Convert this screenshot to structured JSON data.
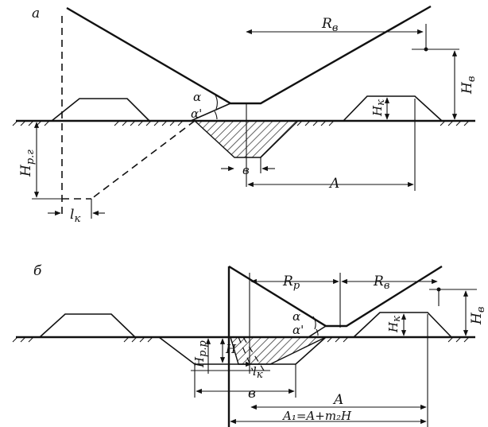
{
  "panels": {
    "a": {
      "letter": "а",
      "labels": {
        "rv": "R",
        "rv_sub": "в",
        "hv": "H",
        "hv_sub": "в",
        "hk": "H",
        "hk_sub": "к",
        "hpr": "H",
        "hpr_sub": "р.г",
        "alpha": "α",
        "alpha_prime": "α'",
        "b": "в",
        "a_dim": "A",
        "lk": "l",
        "lk_sub": "к"
      }
    },
    "b": {
      "letter": "б",
      "labels": {
        "rp": "R",
        "rp_sub": "р",
        "rv": "R",
        "rv_sub": "в",
        "hv": "H",
        "hv_sub": "в",
        "hk": "H",
        "hk_sub": "к",
        "hpr": "H",
        "hpr_sub": "р.р",
        "h": "H",
        "alpha": "α",
        "alpha_prime": "α'",
        "lk": "l",
        "lk_sub": "к",
        "b": "в",
        "a_dim": "A",
        "a1_formula": "A₁=A+m₂H"
      }
    }
  }
}
